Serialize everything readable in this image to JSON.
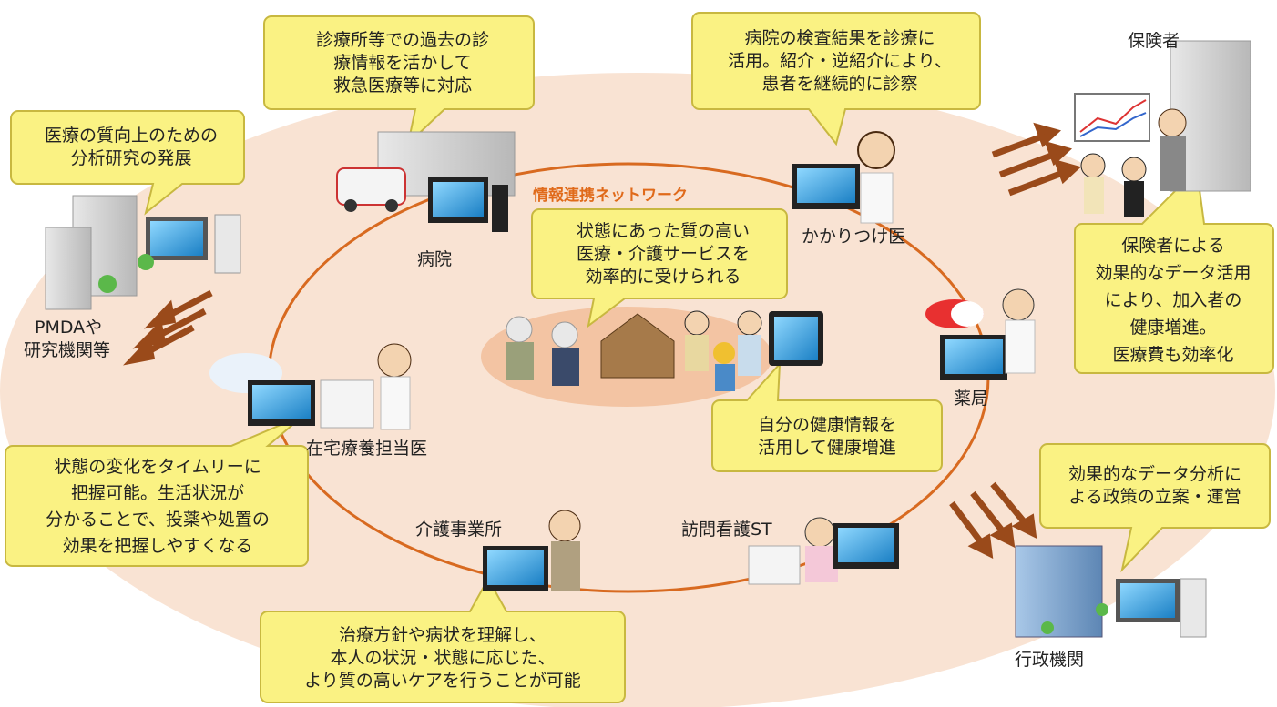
{
  "network_title": "情報連携ネットワーク",
  "bubbles": {
    "clinic_history": [
      "診療所等での過去の診",
      "療情報を活かして",
      "救急医療等に対応"
    ],
    "hospital_results": [
      "病院の検査結果を診療に",
      "活用。紹介・逆紹介により、",
      "患者を継続的に診察"
    ],
    "research": [
      "医療の質向上のための",
      "分析研究の発展"
    ],
    "quality_services": [
      "状態にあった質の高い",
      "医療・介護サービスを",
      "効率的に受けられる"
    ],
    "insurer_data": [
      "保険者による",
      "効果的なデータ活用",
      "により、加入者の",
      "健康増進。",
      "医療費も効率化"
    ],
    "health_info": [
      "自分の健康情報を",
      "活用して健康増進"
    ],
    "homecare": [
      "状態の変化をタイムリーに",
      "把握可能。生活状況が",
      "分かることで、投薬や処置の",
      "効果を把握しやすくなる"
    ],
    "policy": [
      "効果的なデータ分析に",
      "よる政策の立案・運営"
    ],
    "care_plan": [
      "治療方針や病状を理解し、",
      "本人の状況・状態に応じた、",
      "より質の高いケアを行うことが可能"
    ]
  },
  "labels": {
    "insurer": "保険者",
    "hospital": "病院",
    "family_doctor": "かかりつけ医",
    "pmda_1": "PMDAや",
    "pmda_2": "研究機関等",
    "pharmacy": "薬局",
    "home_doctor": "在宅療養担当医",
    "care_office": "介護事業所",
    "visiting_nurse": "訪問看護ST",
    "government": "行政機関"
  },
  "colors": {
    "outer_ellipse": "#f9e3d3",
    "inner_ellipse": "#f3c4a3",
    "network_ring": "#d86a20",
    "bubble_fill": "#faf283",
    "bubble_stroke": "#c8b840",
    "arrow": "#9a4a1a",
    "network_text": "#e06a1a"
  }
}
